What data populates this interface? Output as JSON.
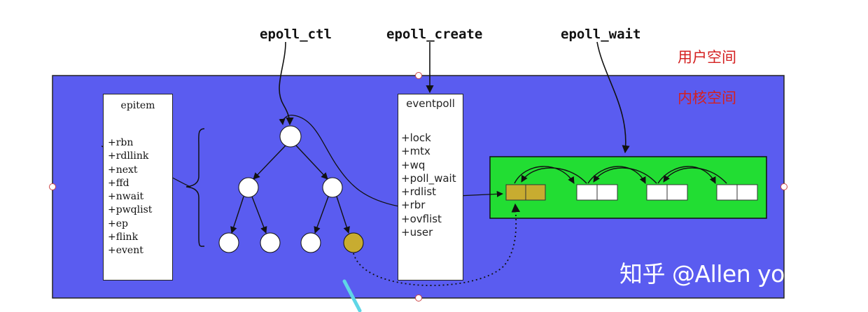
{
  "labels": {
    "epoll_ctl": "epoll_ctl",
    "epoll_create": "epoll_create",
    "epoll_wait": "epoll_wait",
    "user_space": "用户空间",
    "kernel_space": "内核空间"
  },
  "epitem": {
    "title": "epitem",
    "fields": [
      "+rbn",
      "+rdllink",
      "+next",
      "+ffd",
      "+nwait",
      "+pwqlist",
      "+ep",
      "+flink",
      "+event"
    ]
  },
  "eventpoll": {
    "title": "eventpoll",
    "fields": [
      "+lock",
      "+mtx",
      "+wq",
      "+poll_wait",
      "+rdlist",
      "+rbr",
      "+ovflist",
      "+user"
    ]
  },
  "watermark": "知乎 @Allen young",
  "colors": {
    "kernel_background": "#5a5cf0",
    "ready_list_background": "#22dd33",
    "highlight_node": "#c8ac30",
    "user_space_text": "#d42020"
  }
}
